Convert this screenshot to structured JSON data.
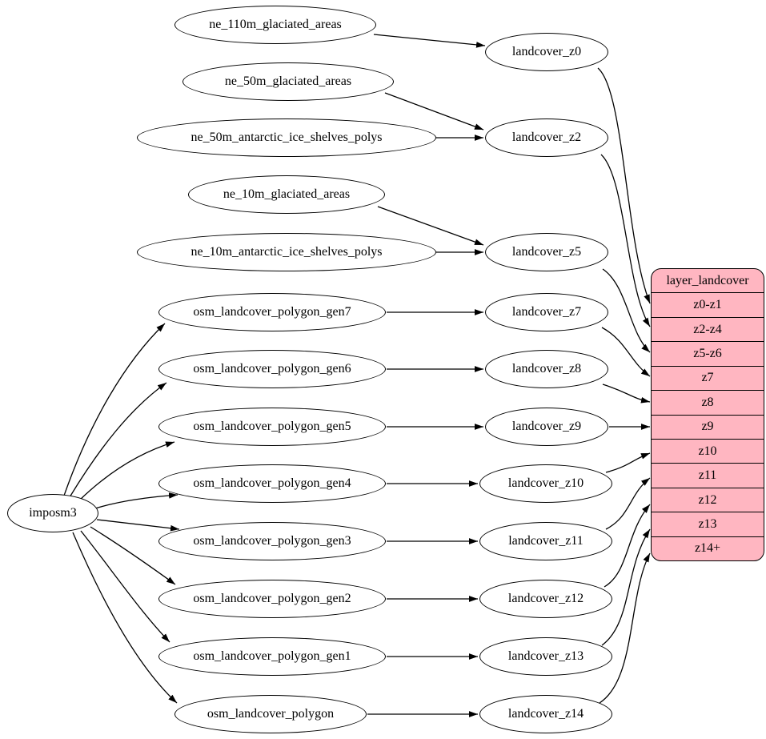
{
  "nodes": {
    "imposm3": {
      "label": "imposm3"
    },
    "ne_110m_glaciated_areas": {
      "label": "ne_110m_glaciated_areas"
    },
    "ne_50m_glaciated_areas": {
      "label": "ne_50m_glaciated_areas"
    },
    "ne_50m_antarctic_ice_shelves_polys": {
      "label": "ne_50m_antarctic_ice_shelves_polys"
    },
    "ne_10m_glaciated_areas": {
      "label": "ne_10m_glaciated_areas"
    },
    "ne_10m_antarctic_ice_shelves_polys": {
      "label": "ne_10m_antarctic_ice_shelves_polys"
    },
    "osm_landcover_polygon_gen7": {
      "label": "osm_landcover_polygon_gen7"
    },
    "osm_landcover_polygon_gen6": {
      "label": "osm_landcover_polygon_gen6"
    },
    "osm_landcover_polygon_gen5": {
      "label": "osm_landcover_polygon_gen5"
    },
    "osm_landcover_polygon_gen4": {
      "label": "osm_landcover_polygon_gen4"
    },
    "osm_landcover_polygon_gen3": {
      "label": "osm_landcover_polygon_gen3"
    },
    "osm_landcover_polygon_gen2": {
      "label": "osm_landcover_polygon_gen2"
    },
    "osm_landcover_polygon_gen1": {
      "label": "osm_landcover_polygon_gen1"
    },
    "osm_landcover_polygon": {
      "label": "osm_landcover_polygon"
    },
    "landcover_z0": {
      "label": "landcover_z0"
    },
    "landcover_z2": {
      "label": "landcover_z2"
    },
    "landcover_z5": {
      "label": "landcover_z5"
    },
    "landcover_z7": {
      "label": "landcover_z7"
    },
    "landcover_z8": {
      "label": "landcover_z8"
    },
    "landcover_z9": {
      "label": "landcover_z9"
    },
    "landcover_z10": {
      "label": "landcover_z10"
    },
    "landcover_z11": {
      "label": "landcover_z11"
    },
    "landcover_z12": {
      "label": "landcover_z12"
    },
    "landcover_z13": {
      "label": "landcover_z13"
    },
    "landcover_z14": {
      "label": "landcover_z14"
    }
  },
  "table": {
    "title": "layer_landcover",
    "rows": [
      "z0-z1",
      "z2-z4",
      "z5-z6",
      "z7",
      "z8",
      "z9",
      "z10",
      "z11",
      "z12",
      "z13",
      "z14+"
    ]
  },
  "edges": [
    {
      "from": "imposm3",
      "to": "osm_landcover_polygon_gen7"
    },
    {
      "from": "imposm3",
      "to": "osm_landcover_polygon_gen6"
    },
    {
      "from": "imposm3",
      "to": "osm_landcover_polygon_gen5"
    },
    {
      "from": "imposm3",
      "to": "osm_landcover_polygon_gen4"
    },
    {
      "from": "imposm3",
      "to": "osm_landcover_polygon_gen3"
    },
    {
      "from": "imposm3",
      "to": "osm_landcover_polygon_gen2"
    },
    {
      "from": "imposm3",
      "to": "osm_landcover_polygon_gen1"
    },
    {
      "from": "imposm3",
      "to": "osm_landcover_polygon"
    },
    {
      "from": "ne_110m_glaciated_areas",
      "to": "landcover_z0"
    },
    {
      "from": "ne_50m_glaciated_areas",
      "to": "landcover_z2"
    },
    {
      "from": "ne_50m_antarctic_ice_shelves_polys",
      "to": "landcover_z2"
    },
    {
      "from": "ne_10m_glaciated_areas",
      "to": "landcover_z5"
    },
    {
      "from": "ne_10m_antarctic_ice_shelves_polys",
      "to": "landcover_z5"
    },
    {
      "from": "osm_landcover_polygon_gen7",
      "to": "landcover_z7"
    },
    {
      "from": "osm_landcover_polygon_gen6",
      "to": "landcover_z8"
    },
    {
      "from": "osm_landcover_polygon_gen5",
      "to": "landcover_z9"
    },
    {
      "from": "osm_landcover_polygon_gen4",
      "to": "landcover_z10"
    },
    {
      "from": "osm_landcover_polygon_gen3",
      "to": "landcover_z11"
    },
    {
      "from": "osm_landcover_polygon_gen2",
      "to": "landcover_z12"
    },
    {
      "from": "osm_landcover_polygon_gen1",
      "to": "landcover_z13"
    },
    {
      "from": "osm_landcover_polygon",
      "to": "landcover_z14"
    },
    {
      "from": "landcover_z0",
      "to": "layer_landcover",
      "port": "z0-z1"
    },
    {
      "from": "landcover_z2",
      "to": "layer_landcover",
      "port": "z2-z4"
    },
    {
      "from": "landcover_z5",
      "to": "layer_landcover",
      "port": "z5-z6"
    },
    {
      "from": "landcover_z7",
      "to": "layer_landcover",
      "port": "z7"
    },
    {
      "from": "landcover_z8",
      "to": "layer_landcover",
      "port": "z8"
    },
    {
      "from": "landcover_z9",
      "to": "layer_landcover",
      "port": "z9"
    },
    {
      "from": "landcover_z10",
      "to": "layer_landcover",
      "port": "z10"
    },
    {
      "from": "landcover_z11",
      "to": "layer_landcover",
      "port": "z11"
    },
    {
      "from": "landcover_z12",
      "to": "layer_landcover",
      "port": "z12"
    },
    {
      "from": "landcover_z13",
      "to": "layer_landcover",
      "port": "z13"
    },
    {
      "from": "landcover_z14",
      "to": "layer_landcover",
      "port": "z14+"
    }
  ],
  "colors": {
    "table_fill": "#ffb6c1",
    "node_fill": "#ffffff",
    "stroke": "#000000",
    "background": "#ffffff"
  }
}
